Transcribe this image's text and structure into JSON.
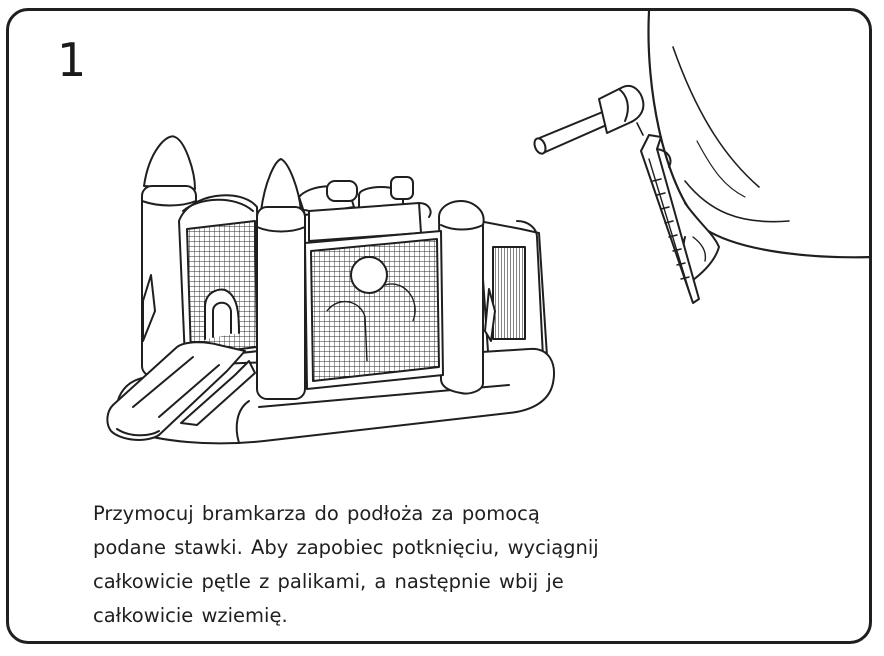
{
  "step": {
    "number": "1"
  },
  "illustration": {
    "main_subject": "bounce-house-icon",
    "detail_subject": "stake-hammer-icon",
    "line_color": "#1f1f1f"
  },
  "instructions": {
    "lines": [
      "Przymocuj bramkarza do podłoża za pomocą",
      "podane stawki. Aby zapobiec potknięciu, wyciągnij",
      "całkowicie pętle z palikami, a następnie wbij je",
      "całkowicie wziemię."
    ]
  }
}
